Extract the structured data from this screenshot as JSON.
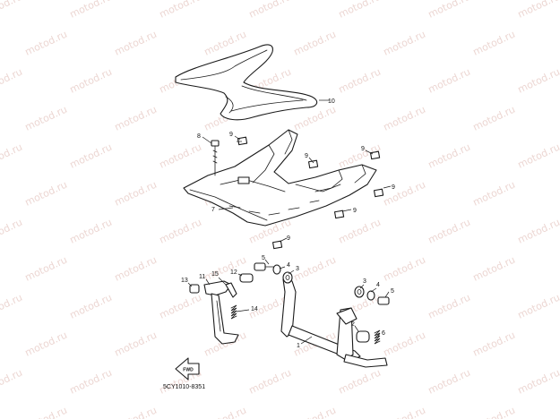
{
  "diagram": {
    "drawing_code": "5CY1010-8351",
    "watermark_text": "motod.ru",
    "front_marker_text": "FWD",
    "callouts": [
      {
        "id": "c10",
        "label": "10"
      },
      {
        "id": "c8",
        "label": "8"
      },
      {
        "id": "c9a",
        "label": "9"
      },
      {
        "id": "c9b",
        "label": "9"
      },
      {
        "id": "c9c",
        "label": "9"
      },
      {
        "id": "c9d",
        "label": "9"
      },
      {
        "id": "c9e",
        "label": "9"
      },
      {
        "id": "c9f",
        "label": "9"
      },
      {
        "id": "c7",
        "label": "7"
      },
      {
        "id": "c5a",
        "label": "5"
      },
      {
        "id": "c4a",
        "label": "4"
      },
      {
        "id": "c3a",
        "label": "3"
      },
      {
        "id": "c13",
        "label": "13"
      },
      {
        "id": "c11",
        "label": "11"
      },
      {
        "id": "c15",
        "label": "15"
      },
      {
        "id": "c12",
        "label": "12"
      },
      {
        "id": "c14",
        "label": "14"
      },
      {
        "id": "c1",
        "label": "1"
      },
      {
        "id": "c3b",
        "label": "3"
      },
      {
        "id": "c4b",
        "label": "4"
      },
      {
        "id": "c5b",
        "label": "5"
      },
      {
        "id": "c2",
        "label": "2"
      },
      {
        "id": "c6",
        "label": "6"
      }
    ]
  }
}
